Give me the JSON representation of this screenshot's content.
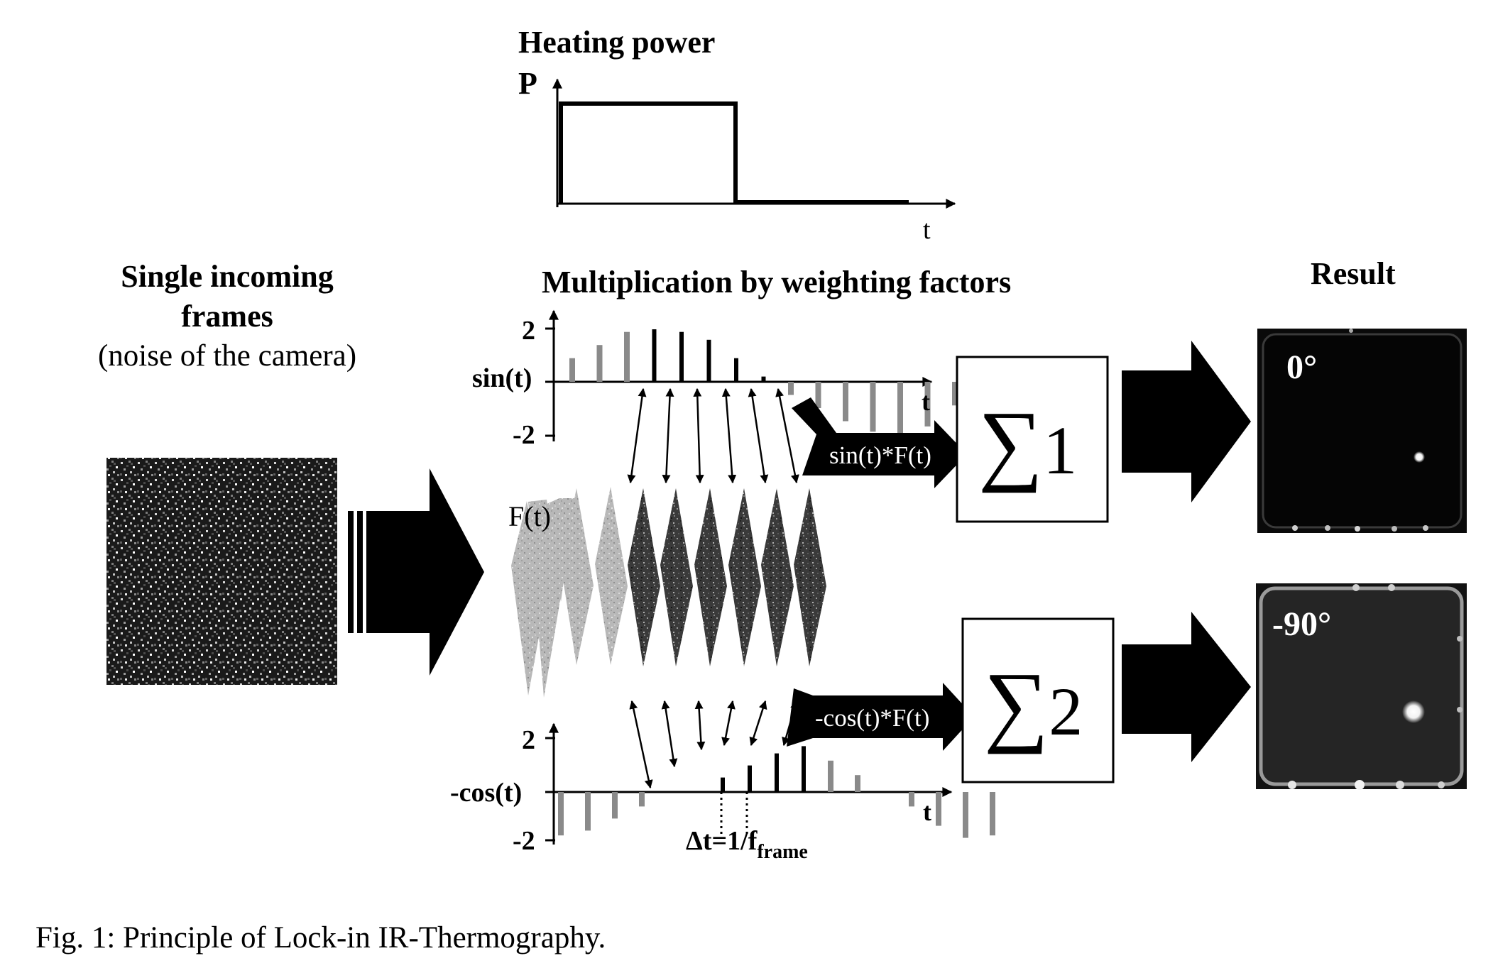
{
  "heating": {
    "title": "Heating power",
    "p_label": "P",
    "t_label": "t"
  },
  "input": {
    "title_line1": "Single incoming",
    "title_line2": "frames",
    "subtitle": "(noise of the camera)"
  },
  "multiplication": {
    "title": "Multiplication by weighting factors",
    "frame_label": "F(t)",
    "sin_axis": {
      "label": "sin(t)",
      "top_tick": "2",
      "bottom_tick": "-2",
      "t_label": "t"
    },
    "cos_axis": {
      "label": "-cos(t)",
      "top_tick": "2",
      "bottom_tick": "-2",
      "t_label": "t"
    },
    "sin_product": "sin(t)*F(t)",
    "cos_product": "-cos(t)*F(t)",
    "delta_t": {
      "main": "Δt=1/f",
      "sub": "frame"
    }
  },
  "sums": {
    "symbol": "∑",
    "first_index": "1",
    "second_index": "2"
  },
  "result": {
    "title": "Result",
    "phase_0": "0°",
    "phase_90": "-90°"
  },
  "caption": "Fig. 1: Principle of Lock-in IR-Thermography.",
  "colors": {
    "ink": "#000000",
    "gray_bar": "#8a8a8a",
    "light_frame": "#b4b4b4",
    "dark_frame": "#333333",
    "result_bg": "#0b0b0b",
    "result_bg2": "#1f1f1f"
  }
}
